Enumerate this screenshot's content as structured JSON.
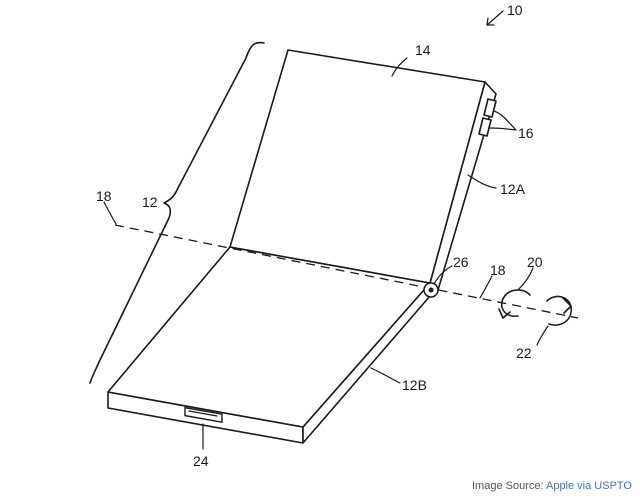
{
  "labels": {
    "device": "10",
    "housing": "12",
    "upper_portion": "12A",
    "lower_portion": "12B",
    "display": "14",
    "buttons": "16",
    "axis_left": "18",
    "axis_right": "18",
    "rotation_a": "20",
    "rotation_b": "22",
    "connector": "24",
    "hinge": "26"
  },
  "credit": {
    "prefix": "Image Source: ",
    "source": "Apple via USPTO"
  },
  "colors": {
    "line": "#1a1a1a",
    "background": "#ffffff",
    "credit_text": "#555555",
    "credit_link": "#3a78c9"
  }
}
